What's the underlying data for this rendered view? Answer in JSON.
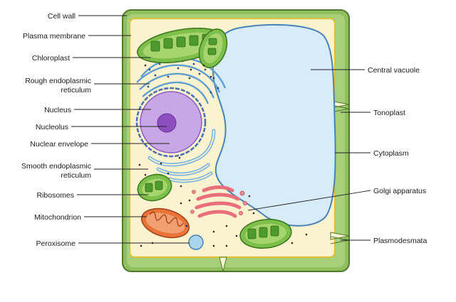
{
  "colors": {
    "cell_wall": "#8fbf5e",
    "cell_wall_outline": "#4f7a2c",
    "cytoplasm": "#fbf3cf",
    "vacuole": "#d6ecf8",
    "nucleus": "#c9a7e6",
    "nucleolus": "#8d4fbf",
    "er": "#9cc8ea",
    "chloroplast": "#7cbf4a",
    "mitochondrion": "#e8743a",
    "golgi": "#f08a94",
    "peroxisome": "#a9d6ee"
  },
  "labels_left": [
    {
      "id": "cell-wall",
      "lines": [
        "Cell wall"
      ]
    },
    {
      "id": "plasma-membrane",
      "lines": [
        "Plasma membrane"
      ]
    },
    {
      "id": "chloroplast",
      "lines": [
        "Chloroplast"
      ]
    },
    {
      "id": "rough-er",
      "lines": [
        "Rough endoplasmic",
        "reticulum"
      ]
    },
    {
      "id": "nucleus",
      "lines": [
        "Nucleus"
      ]
    },
    {
      "id": "nucleolus",
      "lines": [
        "Nucleolus"
      ]
    },
    {
      "id": "nuclear-envelope",
      "lines": [
        "Nuclear envelope"
      ]
    },
    {
      "id": "smooth-er",
      "lines": [
        "Smooth endoplasmic",
        "reticulum"
      ]
    },
    {
      "id": "ribosomes",
      "lines": [
        "Ribosomes"
      ]
    },
    {
      "id": "mitochondrion",
      "lines": [
        "Mitochondrion"
      ]
    },
    {
      "id": "peroxisome",
      "lines": [
        "Peroxisome"
      ]
    }
  ],
  "labels_right": [
    {
      "id": "central-vacuole",
      "lines": [
        "Central vacuole"
      ]
    },
    {
      "id": "tonoplast",
      "lines": [
        "Tonoplast"
      ]
    },
    {
      "id": "cytoplasm",
      "lines": [
        "Cytoplasm"
      ]
    },
    {
      "id": "golgi-apparatus",
      "lines": [
        "Golgi apparatus"
      ]
    },
    {
      "id": "plasmodesmata",
      "lines": [
        "Plasmodesmata"
      ]
    }
  ]
}
